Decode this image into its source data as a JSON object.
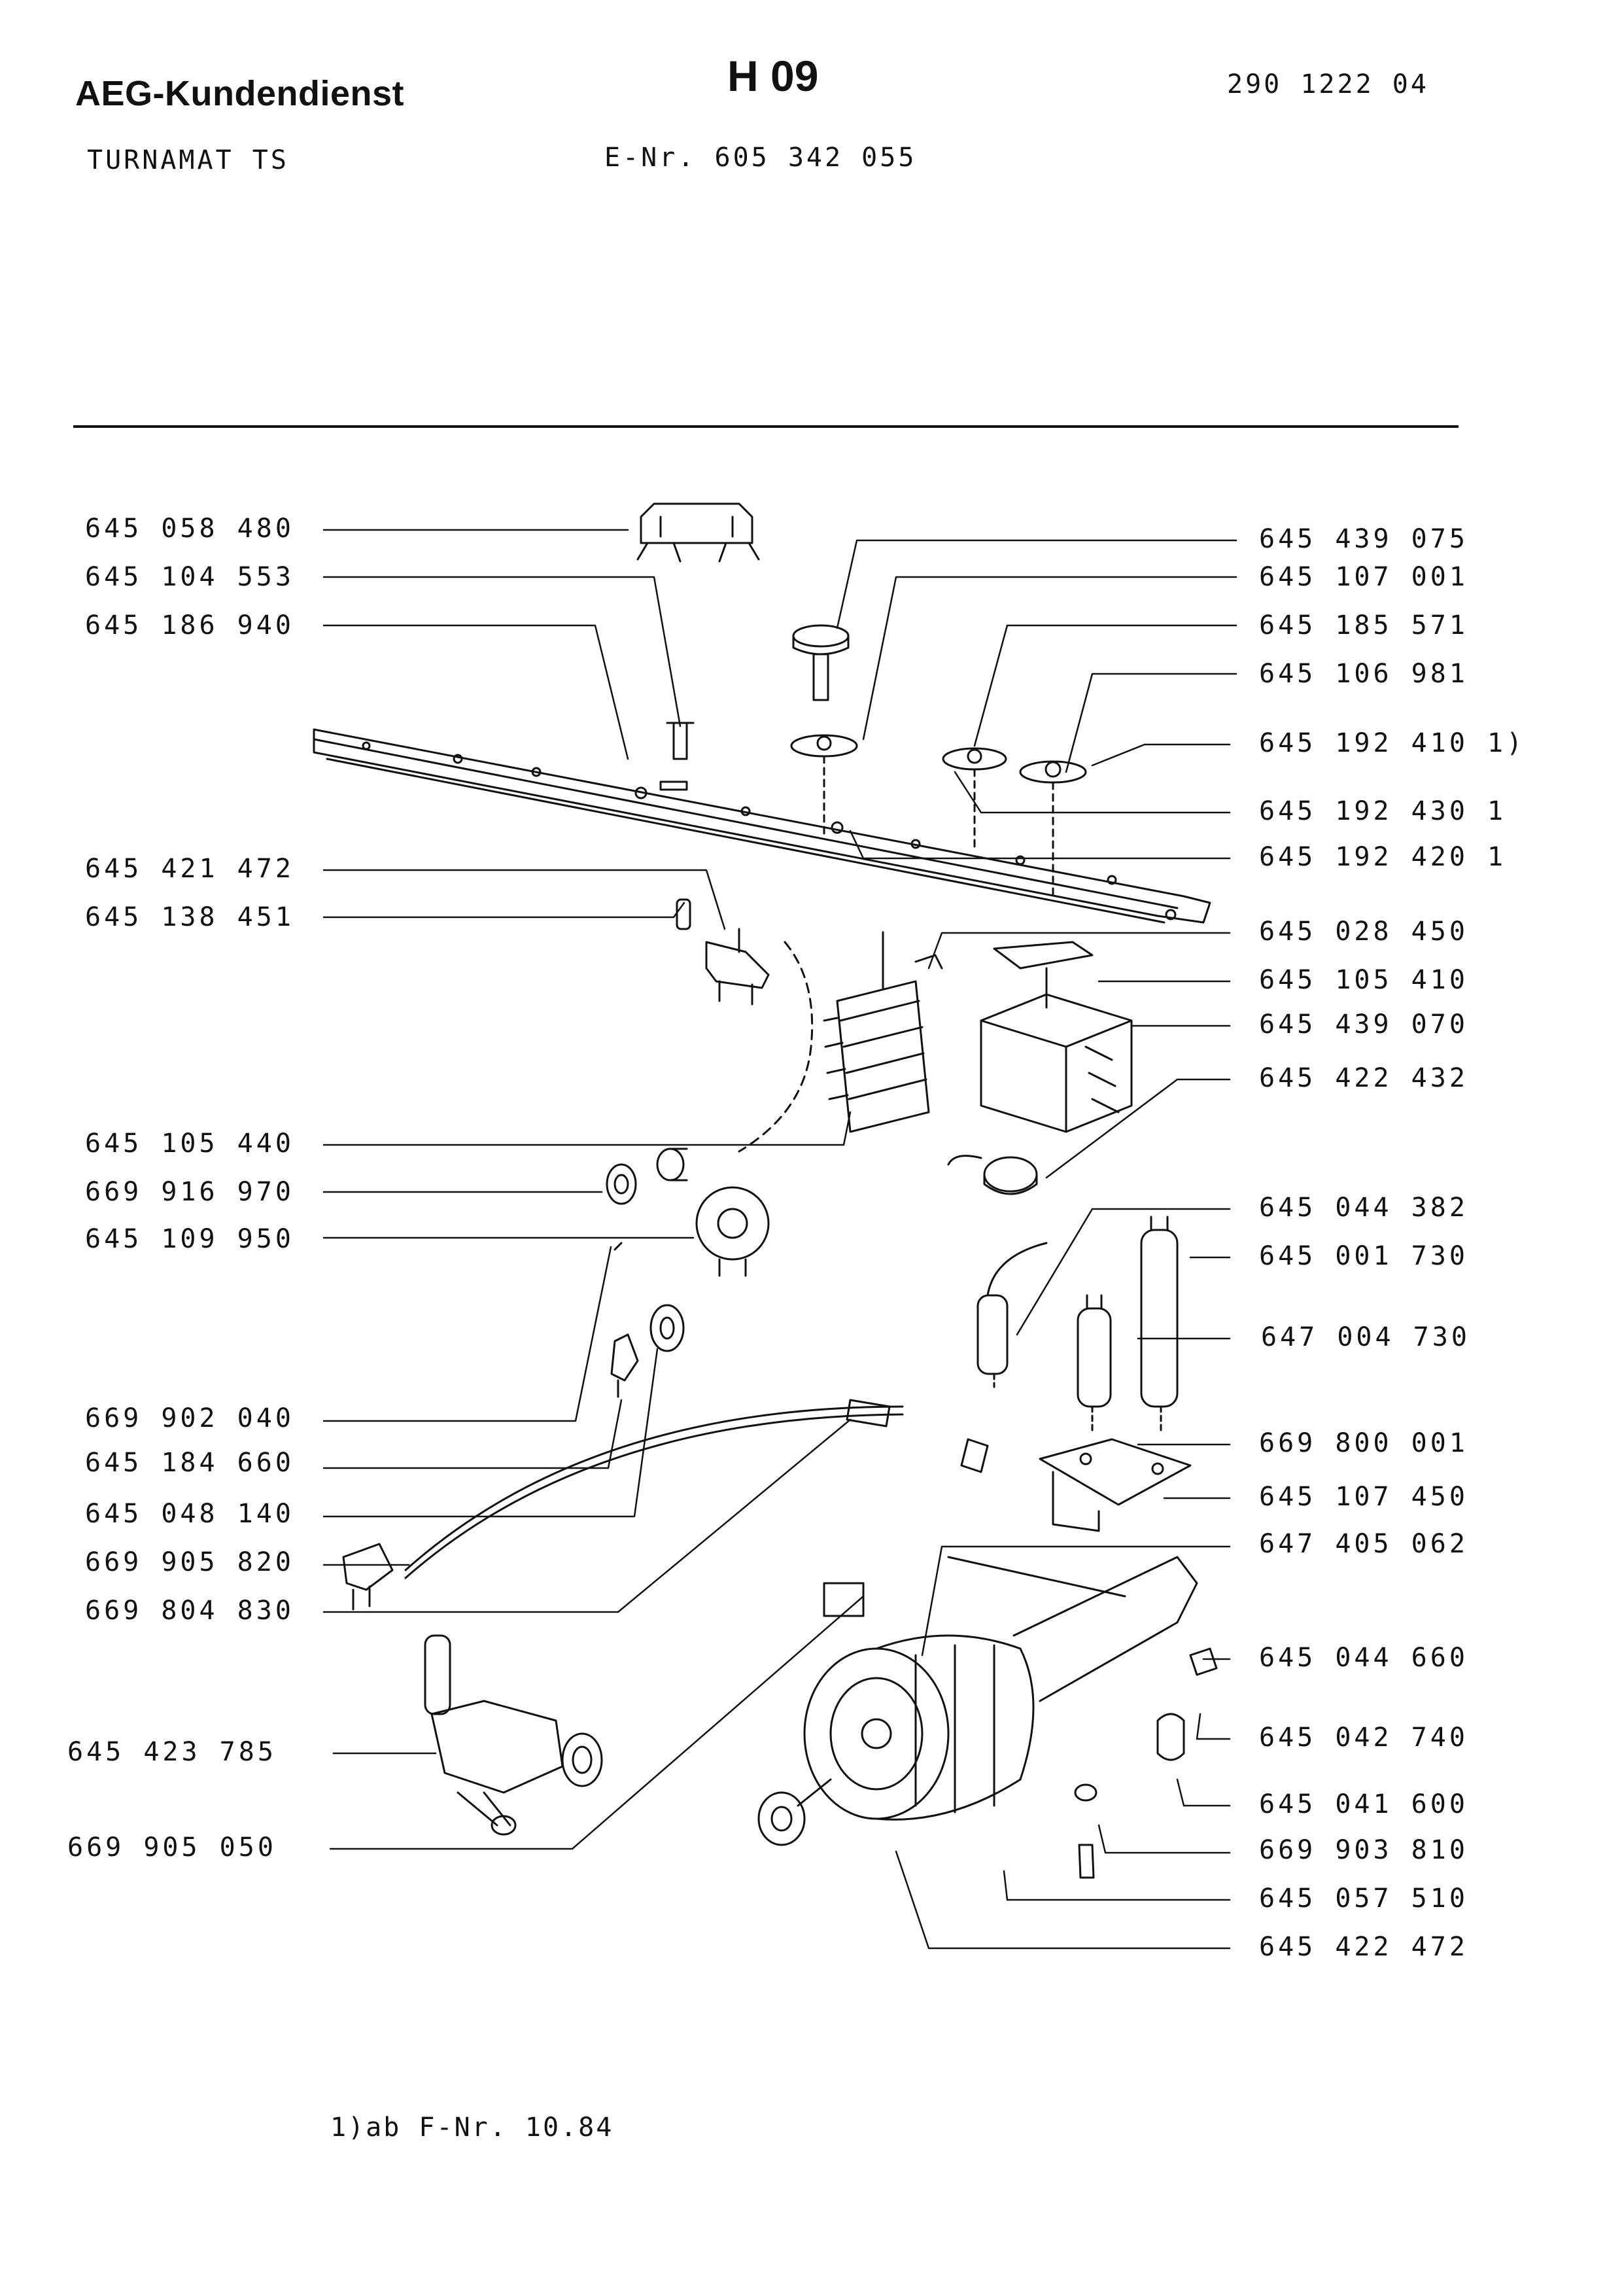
{
  "header": {
    "brand": "AEG-Kundendienst",
    "sheet": "H 09",
    "document_number": "290 1222 04",
    "model": "TURNAMAT TS",
    "e_number": "E-Nr. 605 342 055"
  },
  "parts_left": [
    "645 058 480",
    "645 104 553",
    "645 186 940",
    "645 421 472",
    "645 138 451",
    "645 105 440",
    "669 916 970",
    "645 109 950",
    "669 902 040",
    "645 184 660",
    "645 048 140",
    "669 905 820",
    "669 804 830",
    "645 423 785",
    "669 905 050"
  ],
  "parts_right": [
    "645 439 075",
    "645 107 001",
    "645 185 571",
    "645 106 981",
    "645 192 410 1)",
    "645 192 430 1",
    "645 192 420 1",
    "645 028 450",
    "645 105 410",
    "645 439 070",
    "645 422 432",
    "645 044 382",
    "645 001 730",
    "647 004 730",
    "669 800 001",
    "645 107 450",
    "647 405 062",
    "645 044 660",
    "645 042 740",
    "645 041 600",
    "669 903 810",
    "645 057 510",
    "645 422 472"
  ],
  "footnote": "1)ab F-Nr. 10.84"
}
